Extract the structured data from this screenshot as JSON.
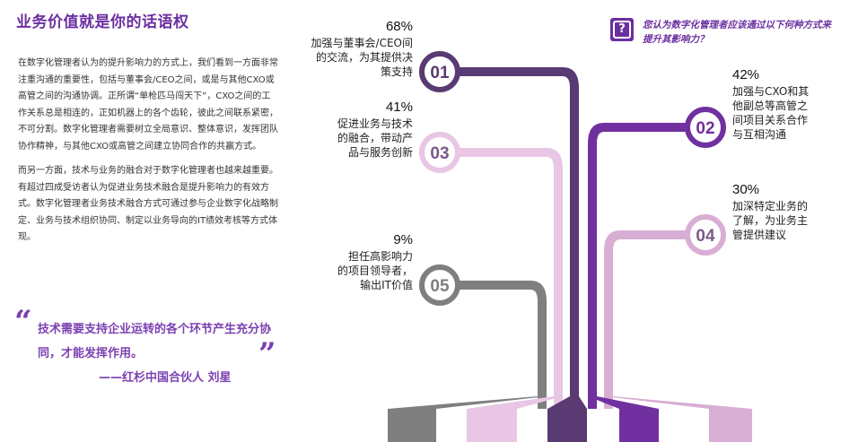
{
  "header": {
    "title": "业务价值就是你的话语权"
  },
  "body": {
    "para1": "在数字化管理者认为的提升影响力的方式上，我们看到一方面非常注重沟通的重要性，包括与董事会/CEO之间，或是与其他CXO或高管之间的沟通协调。正所谓“单枪匹马闯天下”，CXO之间的工作关系总是相连的，正如机器上的各个齿轮，彼此之间联系紧密，不可分割。数字化管理者需要树立全局意识、整体意识，发挥团队协作精神，与其他CXO或高管之间建立协同合作的共赢方式。",
    "para2": "而另一方面，技术与业务的融合对于数字化管理者也越来越重要。有超过四成受访者认为促进业务技术融合是提升影响力的有效方式。数字化管理者业务技术融合方式可通过参与企业数字化战略制定、业务与技术组织协同、制定以业务导向的IT绩效考核等方式体现。"
  },
  "quote": {
    "open_mark": "“",
    "close_mark": "”",
    "text": "技术需要支持企业运转的各个环节产生充分协同，才能发挥作用。",
    "author": "——红杉中国合伙人  刘星"
  },
  "question": {
    "icon": "question-mark-icon",
    "icon_glyph": "?",
    "text": "您认为数字化管理者应该通过以下何种方式来提升其影响力？"
  },
  "colors": {
    "accent": "#6b2fa0",
    "s01": "#5a3a72",
    "s02": "#7030a0",
    "s03": "#e8c6e4",
    "s04": "#d9aed4",
    "s05": "#7f7f7f"
  },
  "chart_data": {
    "type": "bar",
    "categories": [
      "01",
      "02",
      "03",
      "04",
      "05"
    ],
    "values": [
      68,
      42,
      41,
      30,
      9
    ],
    "unit": "%",
    "items": [
      {
        "num": "01",
        "value": 68,
        "pct": "68%",
        "lines": [
          "加强与董事会/CEO间",
          "的交流，为其提供决",
          "策支持"
        ]
      },
      {
        "num": "02",
        "value": 42,
        "pct": "42%",
        "lines": [
          "加强与CXO和其",
          "他副总等高管之",
          "间项目关系合作",
          "与互相沟通"
        ]
      },
      {
        "num": "03",
        "value": 41,
        "pct": "41%",
        "lines": [
          "促进业务与技术",
          "的融合，带动产",
          "品与服务创新"
        ]
      },
      {
        "num": "04",
        "value": 30,
        "pct": "30%",
        "lines": [
          "加深特定业务的",
          "了解，为业务主",
          "管提供建议"
        ]
      },
      {
        "num": "05",
        "value": 9,
        "pct": "9%",
        "lines": [
          "担任高影响力",
          "的项目领导者，",
          "输出IT价值"
        ]
      }
    ]
  }
}
